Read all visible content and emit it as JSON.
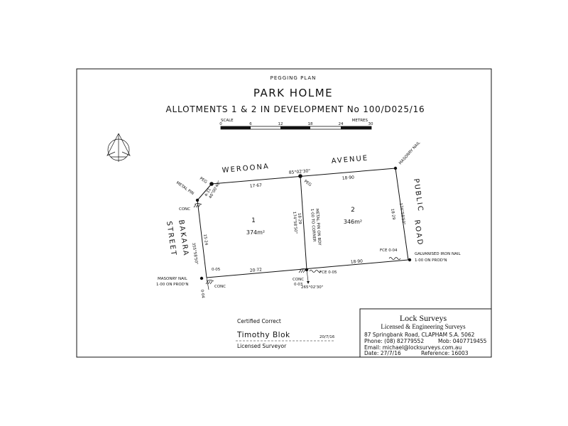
{
  "title": {
    "heading": "PEGGING PLAN",
    "name": "PARK HOLME",
    "subtitle": "ALLOTMENTS 1 & 2 IN DEVELOPMENT No 100/D025/16"
  },
  "scale_bar": {
    "label": "SCALE",
    "units": "METRES",
    "ticks": [
      "0",
      "6",
      "12",
      "18",
      "24",
      "30"
    ]
  },
  "streets": {
    "weeroona": "WEROONA",
    "avenue": "AVENUE",
    "public": "PUBLIC",
    "road": "ROAD",
    "bakara": "BAKARA",
    "street": "STREET"
  },
  "lots": [
    {
      "number": "1",
      "area": "374m²"
    },
    {
      "number": "2",
      "area": "346m²"
    }
  ],
  "bearings": {
    "avenue_corner": "85°02'30\"",
    "west_line": "355°58'50\"",
    "west_offset": "4·31",
    "west_offset_bearing": "40°00'40\"",
    "mid_line": "174°58'50\"",
    "east_line": "174°58'50\"",
    "south_corner": "265°02'30\""
  },
  "distances": {
    "north_lot1": "17·67",
    "north_lot2": "18·90",
    "west": "15·24",
    "mid": "18·29",
    "east": "18·29",
    "south_lot1": "20·72",
    "south_lot2": "18·90",
    "sw_offset": "0·05",
    "sw_bottom": "0·04"
  },
  "annotations": {
    "peg_nw": "PEG",
    "peg_mid": "PEG",
    "metal_pin": "METAL PIN",
    "conc_nw": "CONC",
    "masonry_nail_ne": "MASONRY NAIL",
    "masonry_nail_sw": "MASONRY NAIL",
    "masonry_nail_sw_2": "1·00 ON PROD'N",
    "conc_sw": "CONC",
    "metal_pin_bdy": "METAL PIN ON BDY",
    "metal_pin_bdy_2": "1·00 TO CORNER",
    "fce_mid": "FCE 0·05",
    "conc_mid": "CONC",
    "conc_mid_val": "0·03",
    "fce_east": "FCE 0·04",
    "galv_nail": "GALVANISED IRON NAIL",
    "galv_nail_2": "1·00 ON PROD'N"
  },
  "certification": {
    "heading": "Certified Correct",
    "name": "Timothy Blok",
    "date": "20/7/16",
    "role": "Licensed Surveyor"
  },
  "firm": {
    "name": "Lock Surveys",
    "subtitle": "Licensed & Engineering Surveys",
    "address": "87 Springbank Road, CLAPHAM S.A. 5062",
    "phone": "Phone: (08) 82779552",
    "mobile": "Mob: 0407719455",
    "email": "Email: michael@locksurveys.com.au",
    "date": "Date: 27/7/16",
    "reference": "Reference: 16003"
  }
}
